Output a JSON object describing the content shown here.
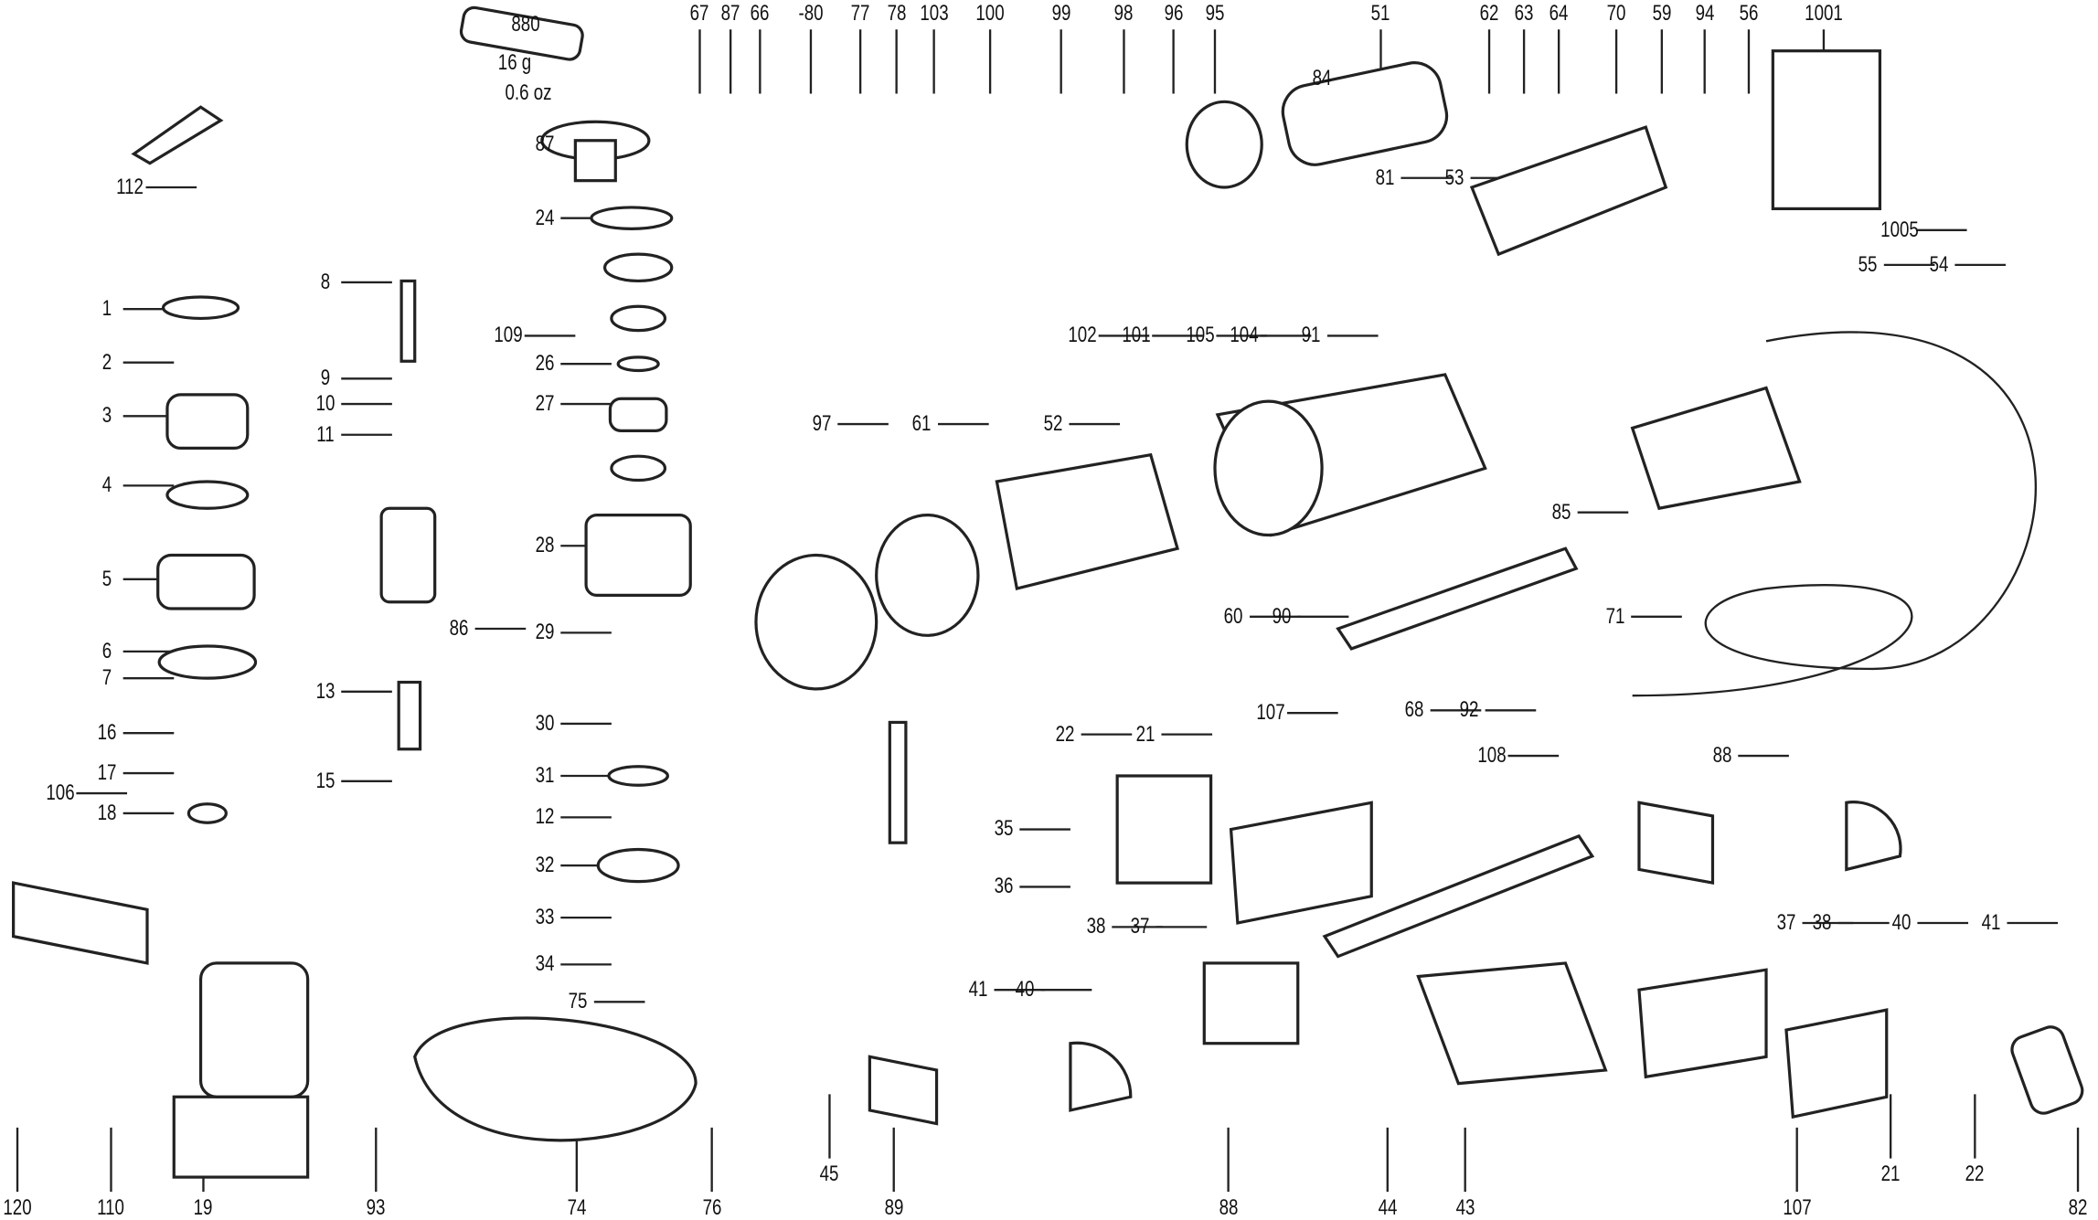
{
  "diagram": {
    "type": "exploded-parts-view",
    "grease_label": {
      "part": "880",
      "weight_g": "16 g",
      "weight_oz": "0.6 oz"
    },
    "part_labels": [
      "67",
      "87",
      "66",
      "-80",
      "77",
      "78",
      "103",
      "100",
      "99",
      "98",
      "96",
      "95",
      "51",
      "62",
      "63",
      "64",
      "70",
      "59",
      "94",
      "56",
      "1001",
      "112",
      "1",
      "2",
      "3",
      "4",
      "5",
      "6",
      "7",
      "16",
      "17",
      "106",
      "18",
      "8",
      "9",
      "10",
      "11",
      "13",
      "15",
      "86",
      "87",
      "24",
      "109",
      "26",
      "27",
      "28",
      "29",
      "30",
      "31",
      "12",
      "32",
      "33",
      "34",
      "75",
      "84",
      "81",
      "53",
      "1005",
      "55",
      "54",
      "102",
      "101",
      "105",
      "104",
      "91",
      "97",
      "61",
      "52",
      "60",
      "90",
      "71",
      "85",
      "68",
      "92",
      "107",
      "22",
      "21",
      "108",
      "88",
      "35",
      "36",
      "38",
      "37",
      "37",
      "38",
      "40",
      "41",
      "41",
      "40",
      "120",
      "110",
      "19",
      "93",
      "74",
      "76",
      "45",
      "89",
      "88",
      "44",
      "43",
      "107",
      "21",
      "22",
      "82"
    ]
  }
}
